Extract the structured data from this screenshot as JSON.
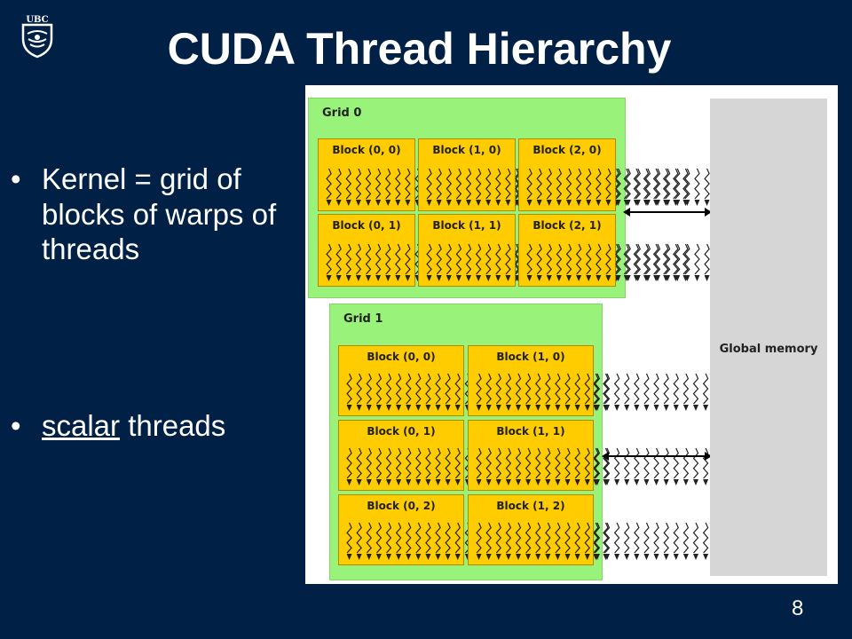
{
  "logo": {
    "text": "UBC"
  },
  "slide": {
    "title": "CUDA Thread Hierarchy",
    "bullets": {
      "b1": {
        "text": "Kernel = grid of blocks of warps of threads"
      },
      "b2": {
        "underlined": "scalar",
        "rest": " threads"
      }
    },
    "page_number": "8"
  },
  "diagram": {
    "grid0": {
      "label": "Grid 0",
      "blocks": [
        "Block (0, 0)",
        "Block (1, 0)",
        "Block (2, 0)",
        "Block (0, 1)",
        "Block (1, 1)",
        "Block (2, 1)"
      ]
    },
    "grid1": {
      "label": "Grid 1",
      "blocks": [
        "Block (0, 0)",
        "Block (1, 0)",
        "Block (0, 1)",
        "Block (1, 1)",
        "Block (0, 2)",
        "Block (1, 2)"
      ]
    },
    "memory_label": "Global memory"
  },
  "colors": {
    "background": "#002145",
    "grid": "#99f27a",
    "block": "#ffcc00",
    "memory": "#d6d6d6"
  }
}
